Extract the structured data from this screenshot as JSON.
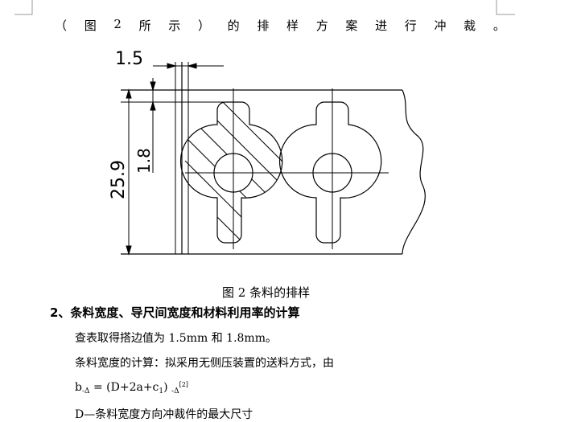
{
  "top_line": {
    "chars": [
      "（",
      "图",
      "2",
      "所",
      "示",
      "）",
      "的",
      "排",
      "样",
      "方",
      "案",
      "进",
      "行",
      "冲",
      "裁",
      "。"
    ]
  },
  "figure": {
    "dim_gap": "1.5",
    "dim_width": "25.9",
    "dim_edge": "1.8",
    "caption": "图 2    条料的排样"
  },
  "section": {
    "heading": "2、条料宽度、导尺间宽度和材料利用率的计算",
    "p1": "查表取得搭边值为 1.5mm 和 1.8mm。",
    "p2": "条料宽度的计算：拟采用无侧压装置的送料方式，由",
    "formula": {
      "lhs": "b",
      "lhs_sub": "-Δ",
      "eq": " = (D+2a+c",
      "c_sub": "1",
      "rhs": ") ",
      "rhs_sub": "-Δ",
      "ref": "[2]"
    },
    "p4": "D—条料宽度方向冲裁件的最大尺寸"
  }
}
